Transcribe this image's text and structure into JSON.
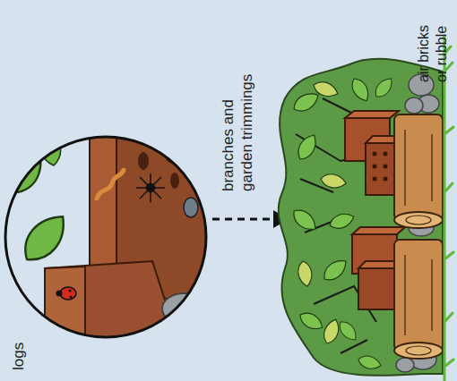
{
  "diagram": {
    "labels": [
      "branches and garden trimmings",
      "air bricks or rubble",
      "logs"
    ]
  }
}
